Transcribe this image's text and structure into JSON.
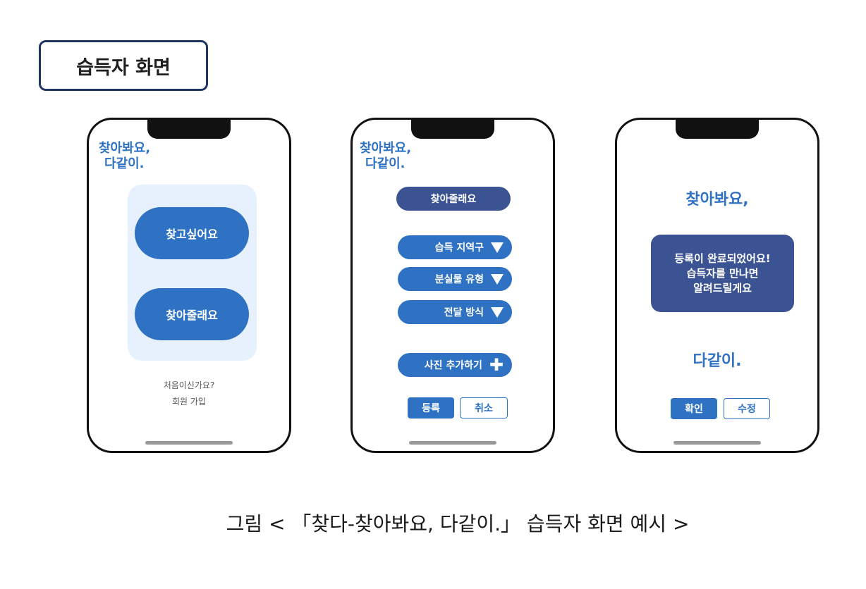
{
  "title_box": "습득자 화면",
  "logo": {
    "line1": "찾아봐요,",
    "line2": "다같이."
  },
  "screen1": {
    "button_find": "찾고싶어요",
    "button_give": "찾아줄래요",
    "first_time": "처음이신가요?",
    "signup": "회원 가입"
  },
  "screen2": {
    "header": "찾아줄래요",
    "dropdown_region": "습득 지역구",
    "dropdown_type": "분실물 유형",
    "dropdown_method": "전달 방식",
    "add_photo": "사진 추가하기",
    "register": "등록",
    "cancel": "취소"
  },
  "screen3": {
    "top_text": "찾아봐요,",
    "message_line1": "등록이 완료되었어요!",
    "message_line2": "습득자를 만나면",
    "message_line3": "알려드릴게요",
    "bottom_text": "다같이.",
    "confirm": "확인",
    "edit": "수정"
  },
  "caption": "그림 < 「찾다-찾아봐요, 다같이.」  습득자 화면 예시 >",
  "colors": {
    "primary": "#2f72c4",
    "navy": "#3b5392",
    "panel": "#e7f1fd",
    "frame": "#1f3563"
  }
}
